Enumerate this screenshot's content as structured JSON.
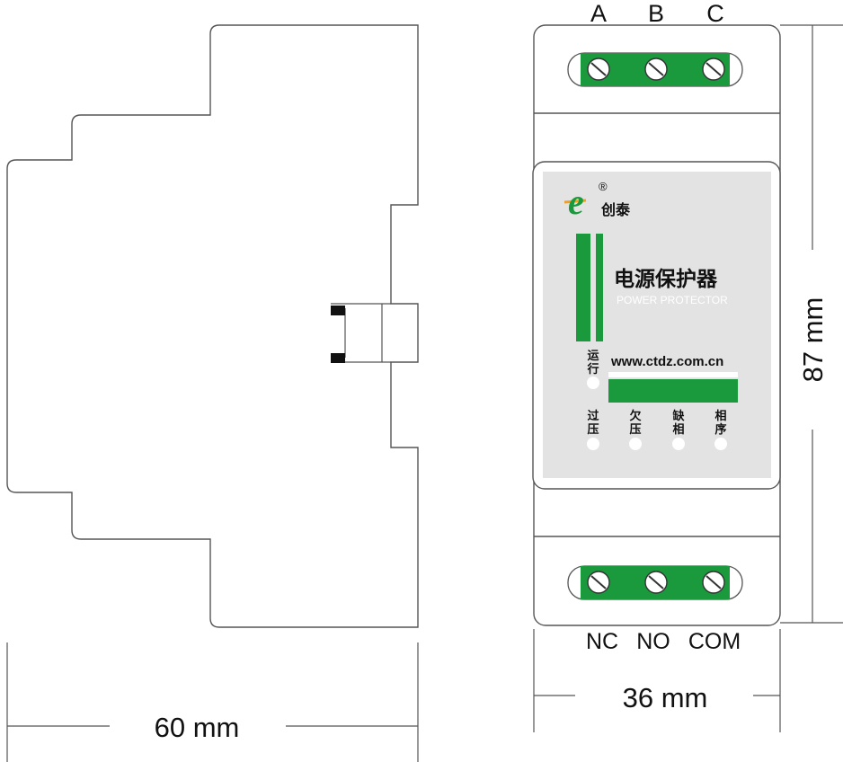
{
  "side_view": {
    "dimension_label": "60 mm"
  },
  "front_view": {
    "top_terminals": [
      "A",
      "B",
      "C"
    ],
    "bottom_terminals": [
      "NC",
      "NO",
      "COM"
    ],
    "width_label": "36 mm",
    "height_label": "87 mm",
    "panel": {
      "brand_logo_letter": "e",
      "registered_mark": "®",
      "brand_name": "创泰",
      "product_title": "电源保护器",
      "product_subtitle": "POWER PROTECTOR",
      "website": "www.ctdz.com.cn",
      "run_indicator": [
        "运",
        "行"
      ],
      "indicators": [
        [
          "过",
          "压"
        ],
        [
          "欠",
          "压"
        ],
        [
          "缺",
          "相"
        ],
        [
          "相",
          "序"
        ]
      ]
    }
  },
  "colors": {
    "accent_green": "#1a9a3c",
    "panel_gray": "#e3e3e3",
    "outline": "#444444",
    "logo_orange": "#f0a020"
  }
}
